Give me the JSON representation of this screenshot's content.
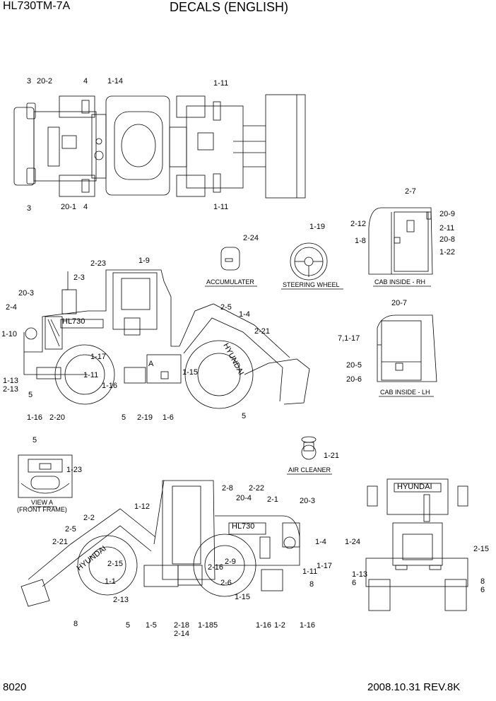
{
  "header": {
    "model": "HL730TM-7A",
    "title": "DECALS (ENGLISH)"
  },
  "footer": {
    "page_number": "8020",
    "date_rev": "2008.10.31  REV.8K"
  },
  "captions": {
    "accumulator": "ACCUMULATER",
    "steering_wheel": "STEERING WHEEL",
    "cab_inside_rh": "CAB INSIDE - RH",
    "cab_inside_lh": "CAB INSIDE - LH",
    "air_cleaner": "AIR CLEANER",
    "view_a": "VIEW A",
    "front_frame": "(FRONT FRAME)"
  },
  "view_marker": "A",
  "brand_text": "HYUNDAI",
  "model_badge": "HL730",
  "callouts": [
    "3",
    "20-2",
    "4",
    "1-14",
    "1-11",
    "3",
    "20-1",
    "4",
    "1-11",
    "2-24",
    "1-19",
    "2-7",
    "2-12",
    "20-9",
    "2-11",
    "1-8",
    "20-8",
    "1-22",
    "1-9",
    "2-23",
    "2-3",
    "20-3",
    "2-4",
    "1-10",
    "2-5",
    "1-4",
    "2-21",
    "20-7",
    "7,1-17",
    "1-17",
    "1-11",
    "1-13",
    "2-13",
    "5",
    "1-16",
    "1-15",
    "20-5",
    "20-6",
    "5",
    "1-16",
    "2-20",
    "5",
    "2-19",
    "1-6",
    "5",
    "1-23",
    "1-21",
    "1-12",
    "2-8",
    "2-22",
    "20-4",
    "2-1",
    "20-3",
    "2-2",
    "2-5",
    "2-21",
    "1-4",
    "1-24",
    "2-15",
    "2-15",
    "2-16",
    "2-9",
    "1-1",
    "2-6",
    "1-17",
    "2-13",
    "1-15",
    "1-11",
    "8",
    "1-13",
    "6",
    "8",
    "6",
    "8",
    "5",
    "1-5",
    "2-18",
    "1-18",
    "5",
    "1-16",
    "1-2",
    "1-16",
    "2-14",
    "7"
  ]
}
